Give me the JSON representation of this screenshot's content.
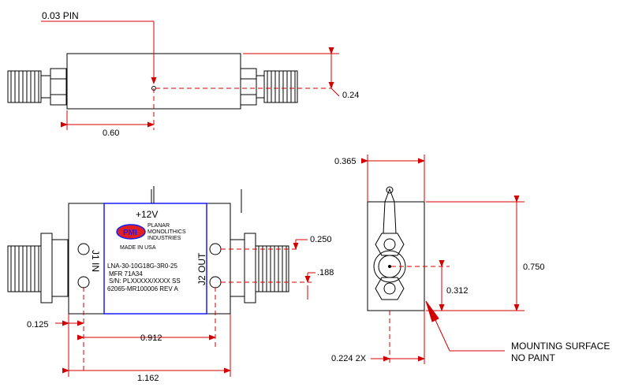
{
  "callouts": {
    "pin": "0.03 PIN",
    "mounting_line1": "MOUNTING SURFACE",
    "mounting_line2": "NO PAINT"
  },
  "dimensions": {
    "top_height": "0.24",
    "top_pin_x": "0.60",
    "side_width": "0.365",
    "side_height": "0.750",
    "side_pin_y": "0.312",
    "side_hole": "0.224 2X",
    "front_hole_upper": "0.250",
    "front_hole_lower": ".188",
    "front_hole_x": "0.125",
    "front_hole_span": "0.912",
    "front_length": "1.162"
  },
  "label": {
    "voltage": "+12V",
    "logo": "PMI",
    "company_line1": "PLANAR",
    "company_line2": "MONOLITHICS",
    "company_line3": "INDUSTRIES",
    "made_in": "MADE IN USA",
    "model": "LNA-30-10G18G-3R0-25",
    "mfr": "MFR 71A34",
    "serial": "S/N: PLXXXXX/XXXX SS",
    "drawing_no": "62065-MR100006 REV A"
  },
  "ports": {
    "j1": "J1 IN",
    "j2": "J2 OUT"
  }
}
